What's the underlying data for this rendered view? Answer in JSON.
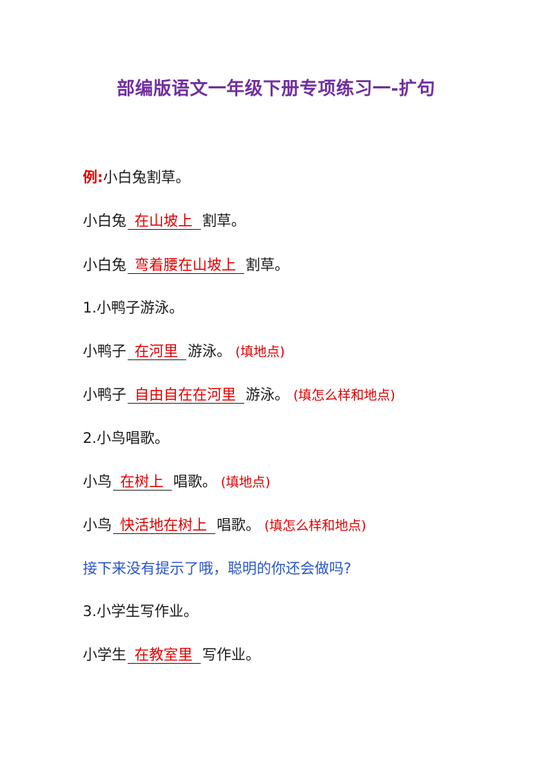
{
  "title": "部编版语文一年级下册专项练习一-扩句",
  "example": {
    "label": "例:",
    "sentence": "小白兔割草。",
    "lines": [
      {
        "subject": "小白兔",
        "fill": "在山坡上",
        "verb": "割草。"
      },
      {
        "subject": "小白兔",
        "fill": "弯着腰在山坡上",
        "verb": "割草。"
      }
    ]
  },
  "q1": {
    "sentence": "1.小鸭子游泳。",
    "lines": [
      {
        "subject": "小鸭子",
        "fill": "在河里",
        "verb": "游泳。",
        "hint": "(填地点)"
      },
      {
        "subject": "小鸭子",
        "fill": "自由自在在河里",
        "verb": "游泳。",
        "hint": "(填怎么样和地点)"
      }
    ]
  },
  "q2": {
    "sentence": "2.小鸟唱歌。",
    "lines": [
      {
        "subject": "小鸟",
        "fill": "在树上",
        "verb": "唱歌。",
        "hint": "(填地点)"
      },
      {
        "subject": "小鸟",
        "fill": "快活地在树上",
        "verb": "唱歌。",
        "hint": "(填怎么样和地点)"
      }
    ]
  },
  "notice": "接下来没有提示了哦，聪明的你还会做吗?",
  "q3": {
    "sentence": "3.小学生写作业。",
    "lines": [
      {
        "subject": "小学生",
        "fill": "在教室里",
        "verb": "写作业。"
      }
    ]
  },
  "colors": {
    "title": "#7030a0",
    "answer": "#e00000",
    "notice": "#2a55c8",
    "text": "#1a1a1a"
  }
}
